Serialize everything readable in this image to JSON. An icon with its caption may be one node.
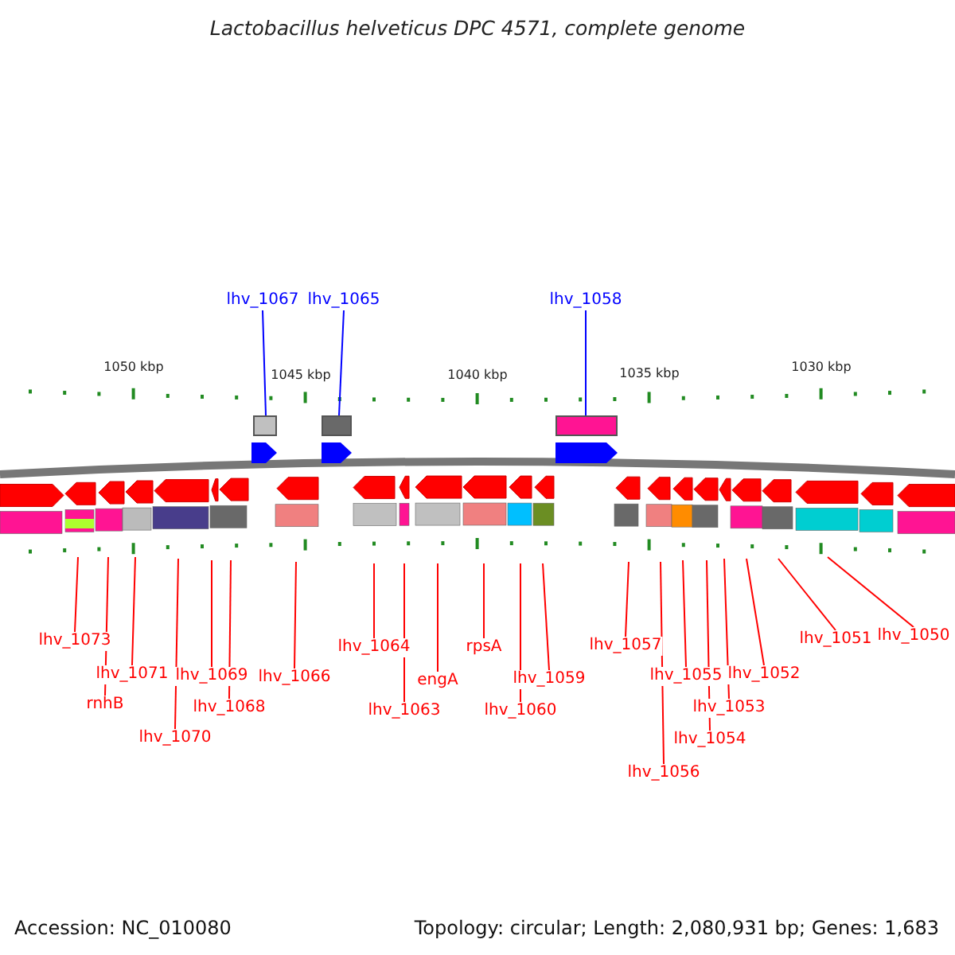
{
  "diagram": {
    "title": "Lactobacillus helveticus DPC 4571, complete genome",
    "nodes": [
      {
        "text": [
          "lhv_1067"
        ]
      },
      {
        "text": [
          "lhv_1065"
        ]
      },
      {
        "text": [
          "lhv_1058"
        ]
      },
      {
        "text": [
          "lhv_1073"
        ]
      },
      {
        "text": [
          "rnhB"
        ]
      },
      {
        "text": [
          "lhv_1071"
        ]
      },
      {
        "text": [
          "lhv_1070"
        ]
      },
      {
        "text": [
          "lhv_1069"
        ]
      },
      {
        "text": [
          "lhv_1068"
        ]
      },
      {
        "text": [
          "lhv_1066"
        ]
      },
      {
        "text": [
          "lhv_1064"
        ]
      },
      {
        "text": [
          "lhv_1063"
        ]
      },
      {
        "text": [
          "engA"
        ]
      },
      {
        "text": [
          "rpsA"
        ]
      },
      {
        "text": [
          "lhv_1060"
        ]
      },
      {
        "text": [
          "lhv_1059"
        ]
      },
      {
        "text": [
          "lhv_1057"
        ]
      },
      {
        "text": [
          "lhv_1056"
        ]
      },
      {
        "text": [
          "lhv_1055"
        ]
      },
      {
        "text": [
          "lhv_1054"
        ]
      },
      {
        "text": [
          "lhv_1053"
        ]
      },
      {
        "text": [
          "lhv_1052"
        ]
      },
      {
        "text": [
          "lhv_1051"
        ]
      },
      {
        "text": [
          "lhv_1050"
        ]
      },
      {
        "text": [],
        "shape": "box"
      },
      {
        "text": [],
        "shape": "box"
      },
      {
        "text": [],
        "shape": "box"
      }
    ],
    "edges": [
      {
        "from": 0,
        "to": 24,
        "arrow": "none",
        "color": "#0000ff"
      },
      {
        "from": 1,
        "to": 25,
        "arrow": "none",
        "color": "#0000ff"
      },
      {
        "from": 2,
        "to": 26,
        "arrow": "none",
        "color": "#0000ff"
      },
      {
        "from": 3,
        "to": null,
        "arrow": "none"
      },
      {
        "from": 4,
        "to": null,
        "arrow": "none"
      },
      {
        "from": 5,
        "to": null,
        "arrow": "none"
      },
      {
        "from": 6,
        "to": null,
        "arrow": "none"
      },
      {
        "from": 7,
        "to": null,
        "arrow": "none"
      },
      {
        "from": 8,
        "to": null,
        "arrow": "none"
      },
      {
        "from": 9,
        "to": null,
        "arrow": "none"
      },
      {
        "from": 10,
        "to": null,
        "arrow": "none"
      },
      {
        "from": 11,
        "to": null,
        "arrow": "none"
      },
      {
        "from": 12,
        "to": null,
        "arrow": "none"
      },
      {
        "from": 13,
        "to": null,
        "arrow": "none"
      },
      {
        "from": 14,
        "to": null,
        "arrow": "none"
      },
      {
        "from": 15,
        "to": null,
        "arrow": "none"
      },
      {
        "from": 16,
        "to": null,
        "arrow": "none"
      },
      {
        "from": 17,
        "to": null,
        "arrow": "none"
      },
      {
        "from": 18,
        "to": null,
        "arrow": "none"
      },
      {
        "from": 19,
        "to": null,
        "arrow": "none"
      },
      {
        "from": 20,
        "to": null,
        "arrow": "none"
      },
      {
        "from": 21,
        "to": null,
        "arrow": "none"
      },
      {
        "from": 22,
        "to": null,
        "arrow": "none"
      },
      {
        "from": 23,
        "to": null,
        "arrow": "none"
      }
    ],
    "labels": [
      "1050 kbp",
      "1045 kbp",
      "1040 kbp",
      "1035 kbp",
      "1030 kbp",
      "Accession: NC_010080",
      "Topology: circular; Length: 2,080,931 bp; Genes: 1,683"
    ]
  }
}
